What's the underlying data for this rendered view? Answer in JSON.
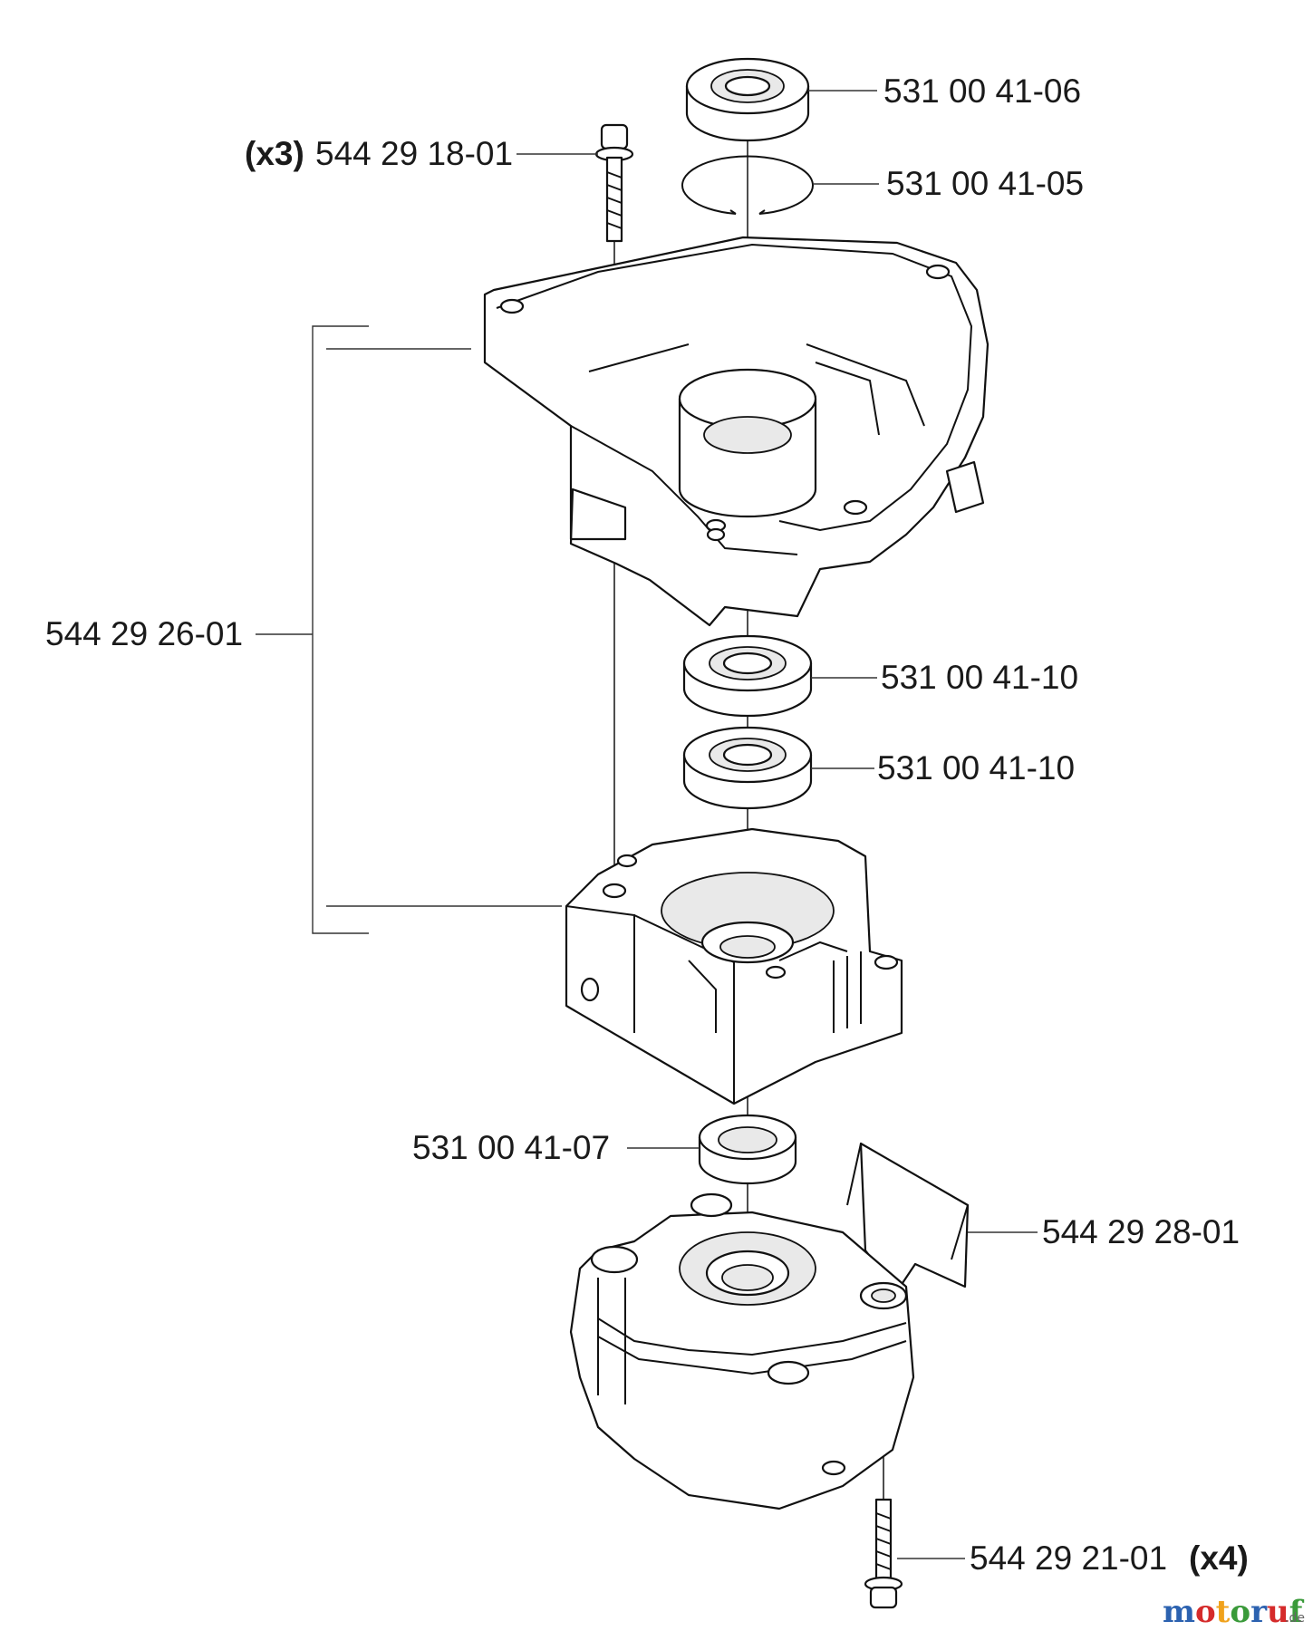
{
  "labels": {
    "bolt_top": "544 29 18-01",
    "bolt_top_qty": "(x3)",
    "bearing_top": "531 00 41-06",
    "circlip": "531 00 41-05",
    "crankcase": "544 29 26-01",
    "bearing_mid1": "531 00 41-10",
    "bearing_mid2": "531 00 41-10",
    "seal": "531 00 41-07",
    "cover": "544 29 28-01",
    "bolt_bottom": "544 29 21-01",
    "bolt_bottom_qty": "(x4)"
  },
  "watermark": {
    "letters": [
      "m",
      "o",
      "t",
      "o",
      "r",
      "u",
      "f"
    ],
    "colors": [
      "#2c62b0",
      "#d52b2b",
      "#f0a21c",
      "#3a9a3a",
      "#2c62b0",
      "#d52b2b",
      "#3a9a3a"
    ],
    "suffix": ".de"
  }
}
